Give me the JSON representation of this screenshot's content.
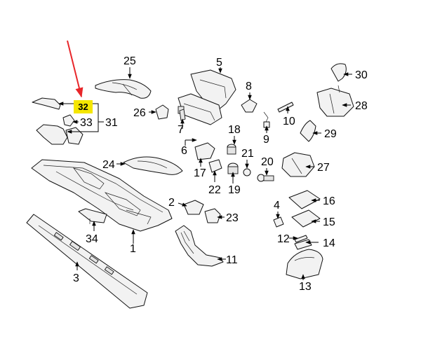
{
  "diagram": {
    "highlight": {
      "label": "32",
      "fill": "#f5e600",
      "arrow_color": "#e8262a"
    },
    "labels": [
      "1",
      "2",
      "3",
      "4",
      "5",
      "6",
      "7",
      "8",
      "9",
      "10",
      "11",
      "12",
      "13",
      "14",
      "15",
      "16",
      "17",
      "18",
      "19",
      "20",
      "21",
      "22",
      "23",
      "24",
      "25",
      "26",
      "27",
      "28",
      "29",
      "30",
      "31",
      "33",
      "34"
    ]
  }
}
